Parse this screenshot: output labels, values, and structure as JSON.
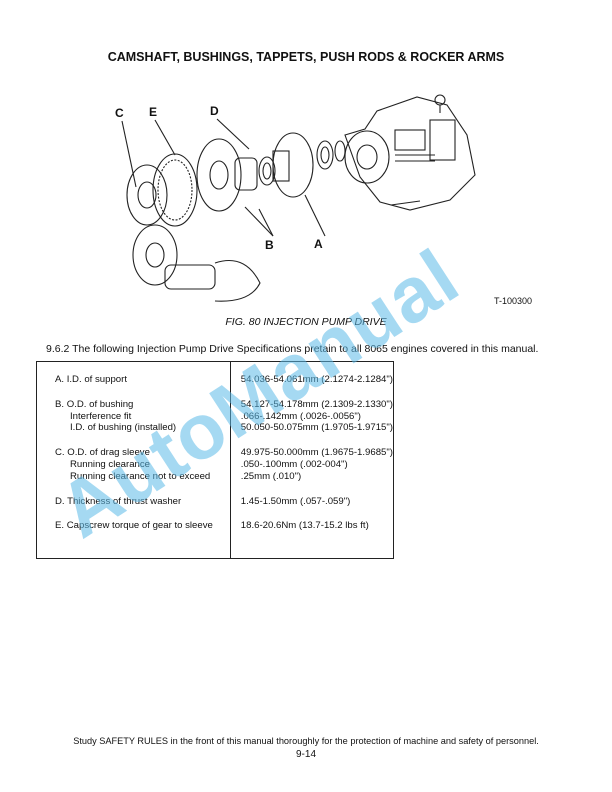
{
  "header": {
    "title": "CAMSHAFT, BUSHINGS, TAPPETS, PUSH RODS & ROCKER ARMS"
  },
  "figure": {
    "callouts": {
      "a": "A",
      "b": "B",
      "c": "C",
      "d": "D",
      "e": "E"
    },
    "reference_code": "T-100300",
    "caption": "FIG. 80 INJECTION PUMP DRIVE"
  },
  "intro": "9.6.2 The following Injection Pump Drive Specifications pretain to all 8065 engines covered in this manual.",
  "specs": [
    {
      "labels": [
        "A. I.D. of support"
      ],
      "values": [
        "54.036-54.061mm (2.1274-2.1284\")"
      ]
    },
    {
      "labels": [
        "B. O.D. of bushing",
        "Interference fit",
        "I.D. of bushing (installed)"
      ],
      "values": [
        "54.127-54.178mm (2.1309-2.1330\")",
        ".066-.142mm (.0026-.0056\")",
        "50.050-50.075mm (1.9705-1.9715\")"
      ]
    },
    {
      "labels": [
        "C. O.D. of drag sleeve",
        "Running clearance",
        "Running clearance not to exceed"
      ],
      "values": [
        "49.975-50.000mm (1.9675-1.9685\")",
        ".050-.100mm (.002-004\")",
        ".25mm (.010\")"
      ]
    },
    {
      "labels": [
        "D. Thickness of thrust washer"
      ],
      "values": [
        "1.45-1.50mm (.057-.059\")"
      ]
    },
    {
      "labels": [
        "E. Capscrew torque of gear to sleeve"
      ],
      "values": [
        "18.6-20.6Nm (13.7-15.2 lbs ft)"
      ]
    }
  ],
  "watermark": "AutoManual",
  "footer": {
    "note": "Study SAFETY RULES in the front of this manual thoroughly for the protection of machine and safety of personnel.",
    "page_number": "9-14"
  }
}
